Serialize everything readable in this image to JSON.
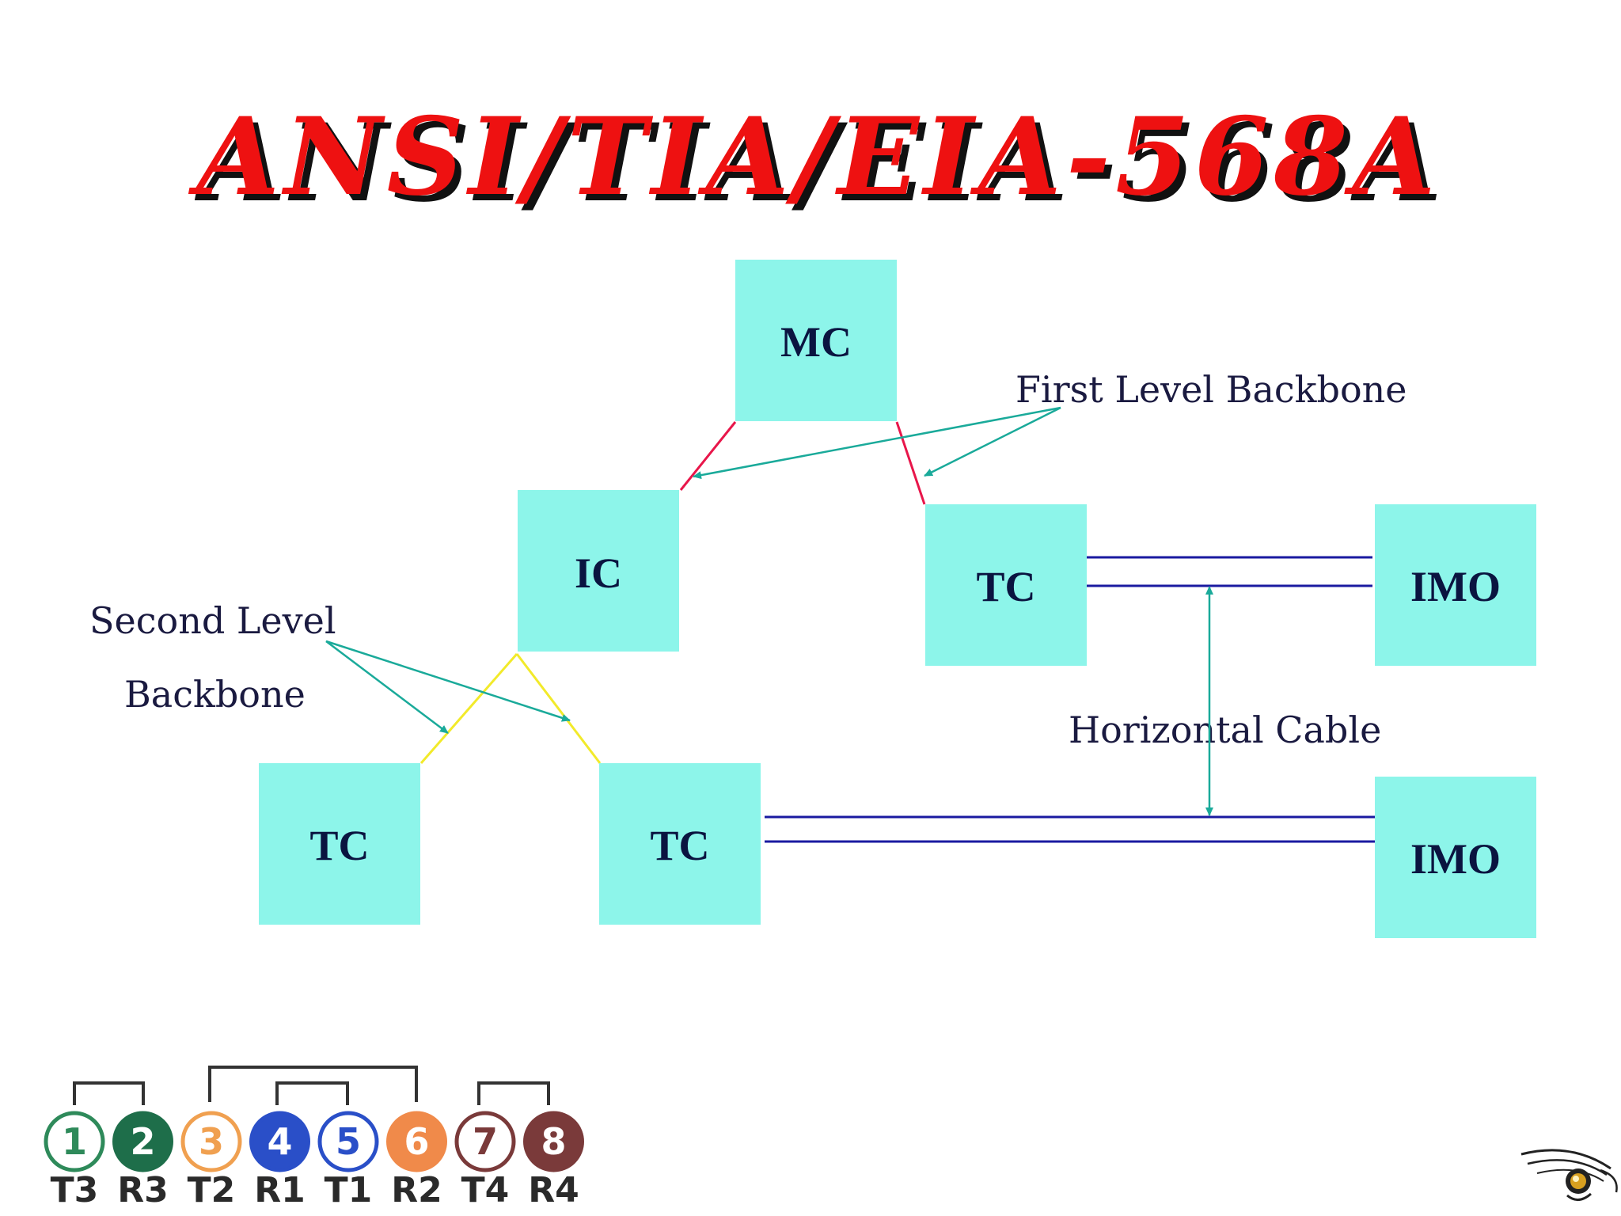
{
  "title": "ANSI/TIA/EIA-568A",
  "colors": {
    "title_fill": "#ee1111",
    "title_shadow": "#111111",
    "box_fill": "#8df5ea",
    "box_text": "#0a1440",
    "first_backbone_line": "#e8164a",
    "second_backbone_line": "#f2ea2a",
    "horizontal_cable": "#1a1aa0",
    "arrow": "#1aaa9a",
    "bracket": "#333333"
  },
  "nodes": {
    "mc": {
      "label": "MC"
    },
    "ic": {
      "label": "IC"
    },
    "tc_top": {
      "label": "TC"
    },
    "imo_top": {
      "label": "IMO"
    },
    "tc_bottom_left": {
      "label": "TC"
    },
    "tc_bottom_right": {
      "label": "TC"
    },
    "imo_bottom": {
      "label": "IMO"
    }
  },
  "annotations": {
    "first_level_backbone": "First Level Backbone",
    "second_level_line1": "Second Level",
    "second_level_line2": "Backbone",
    "horizontal_cable": "Horizontal Cable"
  },
  "pinout": {
    "pins": [
      {
        "number": "1",
        "label": "T3",
        "style": "outline",
        "color": "#2e8a5a"
      },
      {
        "number": "2",
        "label": "R3",
        "style": "solid",
        "color": "#1e6e4a"
      },
      {
        "number": "3",
        "label": "T2",
        "style": "outline",
        "color": "#f0a050"
      },
      {
        "number": "4",
        "label": "R1",
        "style": "solid",
        "color": "#2a4fc8"
      },
      {
        "number": "5",
        "label": "T1",
        "style": "outline",
        "color": "#2a4fc8"
      },
      {
        "number": "6",
        "label": "R2",
        "style": "solid",
        "color": "#f08a4a"
      },
      {
        "number": "7",
        "label": "T4",
        "style": "outline",
        "color": "#7a3a3a"
      },
      {
        "number": "8",
        "label": "R4",
        "style": "solid",
        "color": "#7a3a3a"
      }
    ]
  },
  "logo_icon": "spider-eye-logo-icon"
}
